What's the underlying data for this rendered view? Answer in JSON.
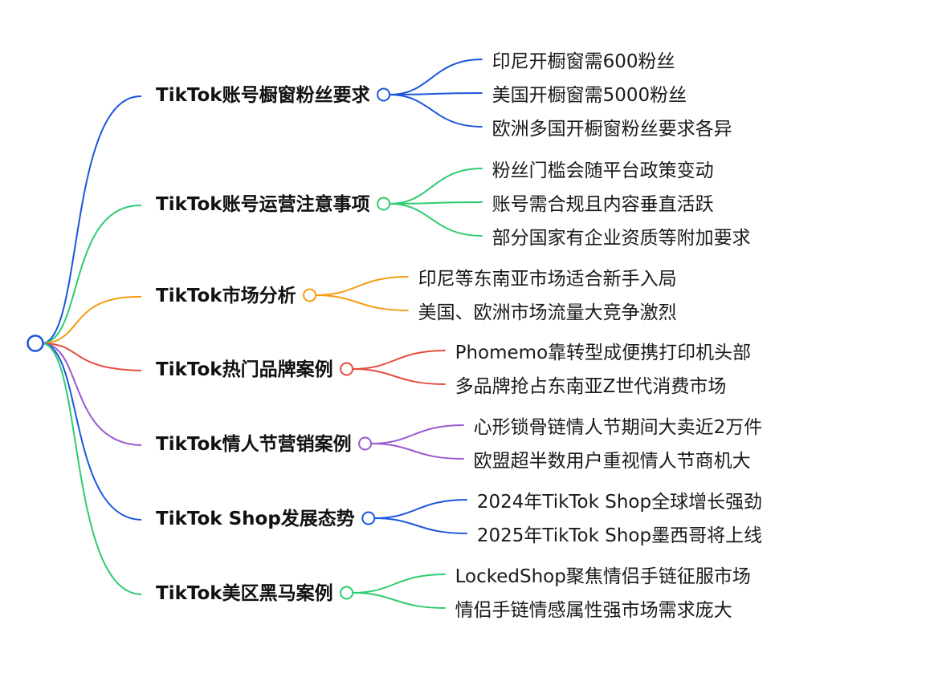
{
  "branches": [
    {
      "label": "TikTok账号橱窗粉丝要求",
      "color": "#1a56db",
      "leaves": [
        "印尼开橱窗需600粉丝",
        "美国开橱窗需5000粉丝",
        "欧洲多国开橱窗粉丝要求各异"
      ]
    },
    {
      "label": "TikTok账号运营注意事项",
      "color": "#2ecc71",
      "leaves": [
        "粉丝门槛会随平台政策变动",
        "账号需合规且内容垂直活跃",
        "部分国家有企业资质等附加要求"
      ]
    },
    {
      "label": "TikTok市场分析",
      "color": "#f39c12",
      "leaves": [
        "印尼等东南亚市场适合新手入局",
        "美国、欧洲市场流量大竞争激烈"
      ]
    },
    {
      "label": "TikTok热门品牌案例",
      "color": "#e74c3c",
      "leaves": [
        "Phomemo靠转型成便携打印机头部",
        "多品牌抢占东南亚Z世代消费市场"
      ]
    },
    {
      "label": "TikTok情人节营销案例",
      "color": "#9b59d0",
      "leaves": [
        "心形锁骨链情人节期间大卖近2万件",
        "欧盟超半数用户重视情人节商机大"
      ]
    },
    {
      "label": "TikTok Shop发展态势",
      "color": "#1a56db",
      "leaves": [
        "2024年TikTok Shop全球增长强劲",
        "2025年TikTok Shop墨西哥将上线"
      ]
    },
    {
      "label": "TikTok美区黑马案例",
      "color": "#2ecc71",
      "leaves": [
        "LockedShop聚焦情侣手链征服市场",
        "情侣手链情感属性强市场需求庞大"
      ]
    }
  ]
}
